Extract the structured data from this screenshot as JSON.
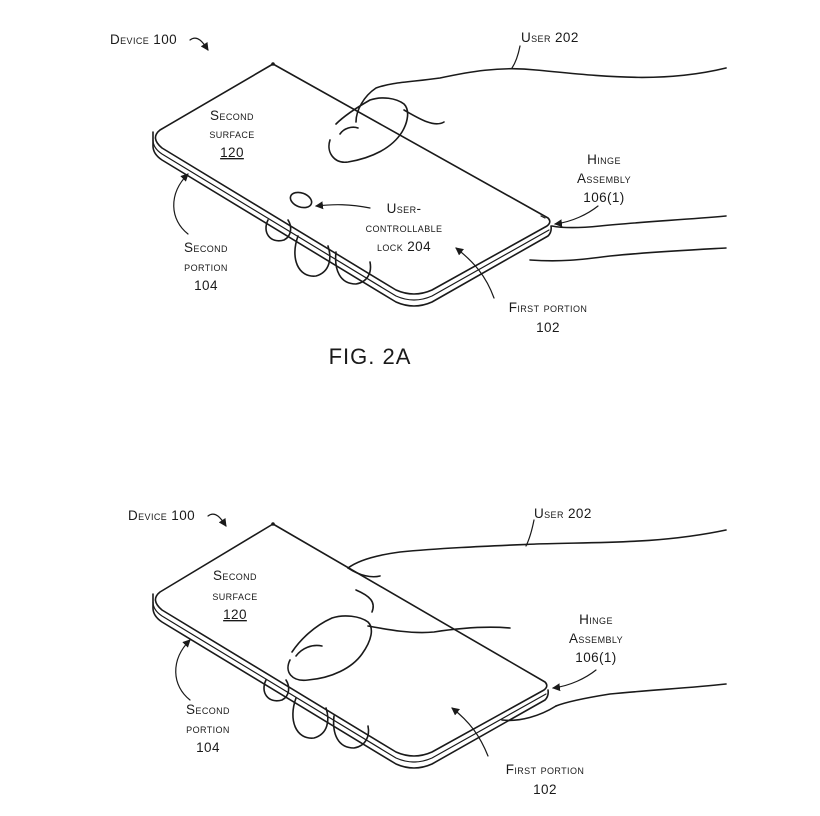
{
  "fig_a": {
    "caption": "FIG. 2A",
    "device_label": "Device 100",
    "user_label": "User 202",
    "second_surface_line1": "Second",
    "second_surface_line2": "surface",
    "second_surface_ref": "120",
    "hinge_line1": "Hinge",
    "hinge_line2": "Assembly",
    "hinge_ref": "106(1)",
    "lock_line1": "User-",
    "lock_line2": "controllable",
    "lock_line3": "lock 204",
    "second_portion_line1": "Second",
    "second_portion_line2": "portion",
    "second_portion_ref": "104",
    "first_portion_line1": "First portion",
    "first_portion_ref": "102"
  },
  "fig_b": {
    "device_label": "Device 100",
    "user_label": "User 202",
    "second_surface_line1": "Second",
    "second_surface_line2": "surface",
    "second_surface_ref": "120",
    "hinge_line1": "Hinge",
    "hinge_line2": "Assembly",
    "hinge_ref": "106(1)",
    "second_portion_line1": "Second",
    "second_portion_line2": "portion",
    "second_portion_ref": "104",
    "first_portion_line1": "First portion",
    "first_portion_ref": "102"
  }
}
